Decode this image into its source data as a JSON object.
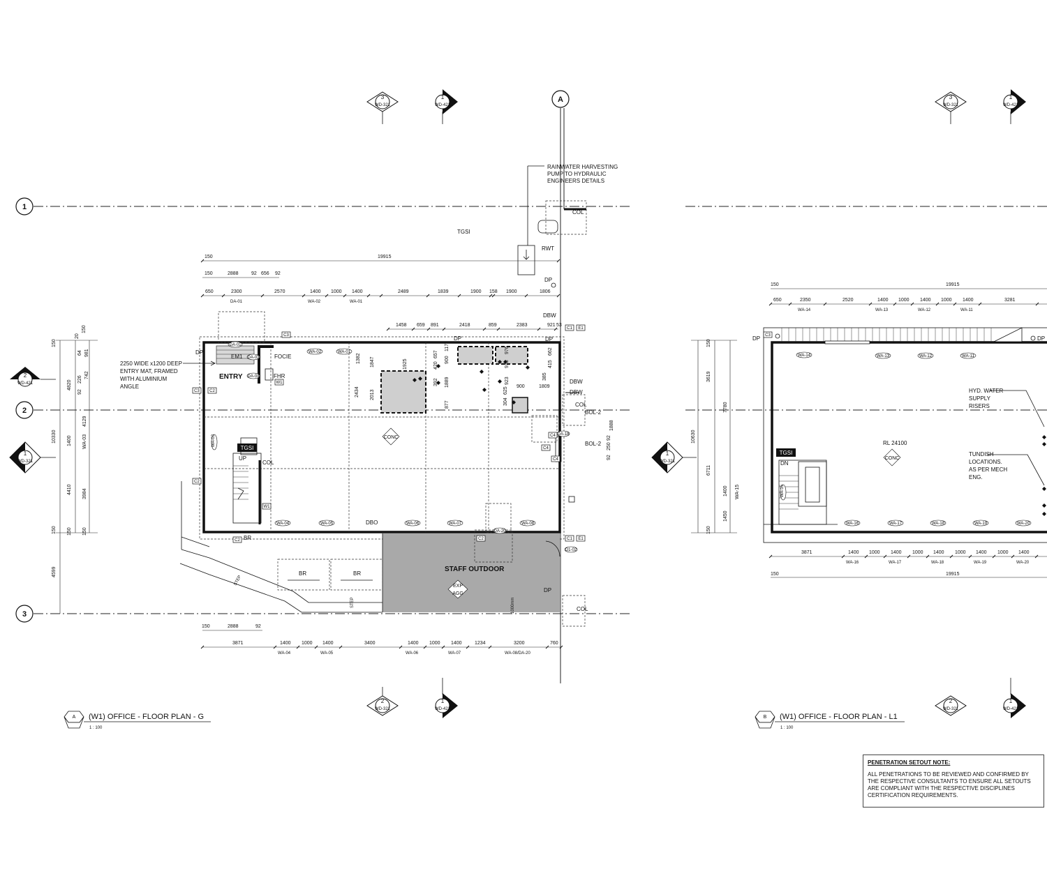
{
  "grid": {
    "a": "A",
    "r1": "1",
    "r2": "2",
    "r3": "3"
  },
  "section_markers": {
    "m3_num": "3",
    "m3_ref": "WD-321",
    "m1_num": "1",
    "m1_ref": "WD-421",
    "m2_num": "2",
    "m2_ref": "WD-321",
    "left2_num": "2",
    "left2_ref": "WD-421",
    "left1_num": "1",
    "left1_ref": "WD-321"
  },
  "plan_a": {
    "tag": "A",
    "title": "(W1) OFFICE - FLOOR PLAN - G",
    "scale": "1 : 100",
    "rooms": {
      "entry": "ENTRY",
      "staff_outdoor": "STAFF OUTDOOR"
    },
    "notes": {
      "rainwater_1": "RAINWATER HARVESTING",
      "rainwater_2": "PUMP TO HYDRAULIC",
      "rainwater_3": "ENGINEERS DETAILS",
      "mat_1": "2250 WIDE x1200 DEEP",
      "mat_2": "ENTRY MAT, FRAMED",
      "mat_3": "WITH ALUMINIUM",
      "mat_4": "ANGLE"
    },
    "labels": {
      "tgsi": "TGSI",
      "rwt": "RWT",
      "dp": "DP",
      "col": "COL",
      "dbw": "DBW",
      "bol": "BOL-2",
      "conc": "CONC",
      "up": "UP",
      "br": "BR",
      "dbo": "DBO",
      "em1": "EM1",
      "focie": "FOCIE",
      "fhr": "FHR",
      "exp": "EXP",
      "agg": "AGG",
      "step": "STEP",
      "c1": "C1",
      "e1": "E1",
      "c2": "C2",
      "c3": "C3",
      "c4": "C4",
      "w1": "W1",
      "da01": "DA-01",
      "da03": "DA-03",
      "da04": "DA-04",
      "da18": "DA-18",
      "da20": "DA-20",
      "d102": "D1-02"
    },
    "window_tags": [
      "WA-02",
      "WA-01",
      "WA-04",
      "WA-05",
      "WA-06",
      "WA-07",
      "WA-08",
      "WA-03"
    ],
    "top_dims": {
      "total": "19915",
      "s150": "150",
      "row1": [
        "2888",
        "92",
        "656",
        "92"
      ],
      "row2": [
        "650",
        "2300",
        "2570",
        "1400",
        "1000",
        "1400",
        "2489",
        "1839",
        "1900",
        "158",
        "1900",
        "1806"
      ],
      "row2_labels": [
        "DA-01",
        "WA-02",
        "WA-01"
      ],
      "row3": [
        "1458",
        "659",
        "891",
        "2418",
        "859",
        "2383",
        "921",
        "53"
      ]
    },
    "bottom_dims": {
      "row1": [
        "150",
        "2888",
        "92"
      ],
      "row2": [
        "3871",
        "1400",
        "1000",
        "1400",
        "3400",
        "1400",
        "1000",
        "1400",
        "1234",
        "3200",
        "760"
      ],
      "row2_labels": [
        "WA-04",
        "WA-05",
        "WA-06",
        "WA-07",
        "WA-08/DA-20"
      ]
    },
    "left_dims": {
      "outer": [
        "150",
        "4820",
        "10330",
        "4410",
        "150",
        "4599"
      ],
      "inner": [
        "20",
        "64",
        "981",
        "226",
        "742",
        "92",
        "4129",
        "1400",
        "WA-03",
        "3984",
        "150",
        "150"
      ]
    },
    "interior_dims": [
      "1382",
      "1847",
      "1925",
      "657",
      "420",
      "117",
      "900",
      "2434",
      "2013",
      "392",
      "1889",
      "877",
      "976",
      "913",
      "415",
      "662",
      "385",
      "923",
      "900",
      "1809",
      "304",
      "625",
      "1888",
      "92",
      "250",
      "92",
      "1000mm"
    ]
  },
  "plan_b": {
    "tag": "B",
    "title": "(W1) OFFICE - FLOOR PLAN - L1",
    "scale": "1 : 100",
    "labels": {
      "tgsi": "TGSI",
      "dn": "DN",
      "dp": "DP",
      "c3": "C3",
      "rl": "RL 24100",
      "conc": "CONC",
      "hyd_1": "HYD. WATER",
      "hyd_2": "SUPPLY",
      "hyd_3": "RISERS",
      "tun_1": "TUNDISH",
      "tun_2": "LOCATIONS.",
      "tun_3": "AS PER MECH",
      "tun_4": "ENG."
    },
    "window_tags": [
      "WA-14",
      "WA-13",
      "WA-12",
      "WA-11",
      "WA-16",
      "WA-17",
      "WA-18",
      "WA-19",
      "WA-20",
      "WA-15"
    ],
    "top_dims": {
      "total": "19915",
      "s150": "150",
      "row": [
        "650",
        "2350",
        "2520",
        "1400",
        "1000",
        "1400",
        "1000",
        "1400",
        "3281"
      ],
      "labels": [
        "WA-14",
        "WA-13",
        "WA-12",
        "WA-11"
      ]
    },
    "bottom_dims": {
      "total": "19915",
      "s150": "150",
      "row": [
        "3871",
        "1400",
        "1000",
        "1400",
        "1000",
        "1400",
        "1000",
        "1400",
        "1000",
        "1400"
      ],
      "labels": [
        "WA-16",
        "WA-17",
        "WA-18",
        "WA-19",
        "WA-20"
      ]
    },
    "left_dims": [
      "150",
      "3619",
      "7780",
      "10630",
      "6711",
      "1400",
      "WA-15",
      "1450",
      "150"
    ]
  },
  "note": {
    "title": "PENETRATION SETOUT NOTE:",
    "body": "ALL PENETRATIONS TO BE REVIEWED AND CONFIRMED BY THE RESPECTIVE CONSULTANTS TO ENSURE ALL SETOUTS ARE COMPLIANT WITH THE RESPECTIVE DISCIPLINES CERTIFICATION REQUIREMENTS."
  }
}
